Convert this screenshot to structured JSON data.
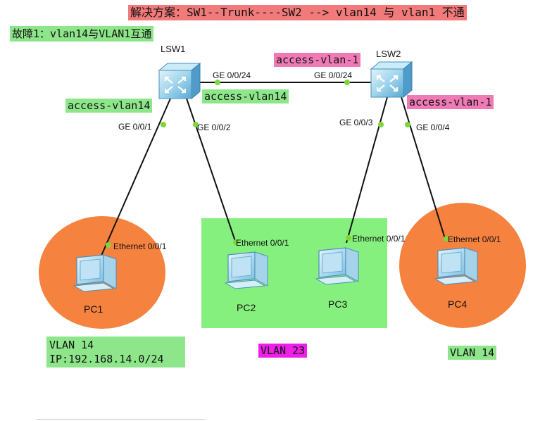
{
  "title": "解决方案：SW1--Trunk----SW2 --> vlan14 与 vlan1 不通",
  "fault": "故障1：vlan14与VLAN1互通",
  "switches": {
    "lsw1": {
      "name": "LSW1"
    },
    "lsw2": {
      "name": "LSW2"
    }
  },
  "link_labels": {
    "sw1_ge24": "GE 0/0/24",
    "sw2_ge24": "GE 0/0/24",
    "sw1_ge1": "GE 0/0/1",
    "sw1_ge2": "GE 0/0/2",
    "sw2_ge3": "GE 0/0/3",
    "sw2_ge4": "GE 0/0/4"
  },
  "access_labels": {
    "sw1_ge1": "access-vlan14",
    "sw1_ge24": "access-vlan14",
    "sw2_ge24": "access-vlan-1",
    "sw2_ge4": "access-vlan-1"
  },
  "pcs": [
    {
      "name": "PC1",
      "port": "Ethernet 0/0/1"
    },
    {
      "name": "PC2",
      "port": "Ethernet 0/0/1"
    },
    {
      "name": "PC3",
      "port": "Ethernet 0/0/1"
    },
    {
      "name": "PC4",
      "port": "Ethernet 0/0/1"
    }
  ],
  "vlans": {
    "left_line1": "VLAN 14",
    "left_line2": "IP:192.168.14.0/24",
    "middle": "VLAN 23",
    "right": "VLAN 14"
  },
  "colors": {
    "title_bg": "#f27a7a",
    "green_bg": "#8ee68a",
    "pink_bg": "#f07ab6",
    "magenta_bg": "#ee1fe6",
    "orange_zone": "#f5823f",
    "green_zone": "#86f07e",
    "link_dot": "#7ed63a"
  }
}
